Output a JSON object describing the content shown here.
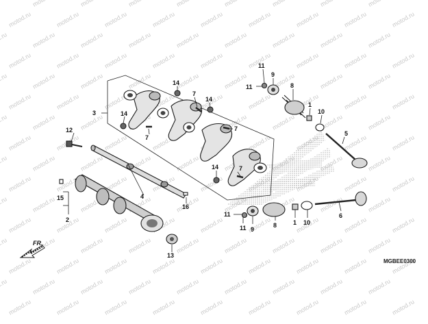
{
  "diagram": {
    "code": "MGBEE0300",
    "direction_label": "FR.",
    "watermark_text": "motod.ru",
    "callouts": {
      "n1a": "1",
      "n1b": "1",
      "n2": "2",
      "n3": "3",
      "n4": "4",
      "n5": "5",
      "n6": "6",
      "n7a": "7",
      "n7b": "7",
      "n7c": "7",
      "n7d": "7",
      "n8a": "8",
      "n8b": "8",
      "n9a": "9",
      "n9b": "9",
      "n10a": "10",
      "n10b": "10",
      "n11a": "11",
      "n11b": "11",
      "n11c": "11",
      "n11d": "11",
      "n12": "12",
      "n13": "13",
      "n14a": "14",
      "n14b": "14",
      "n14c": "14",
      "n14d": "14",
      "n15": "15",
      "n16": "16"
    }
  }
}
